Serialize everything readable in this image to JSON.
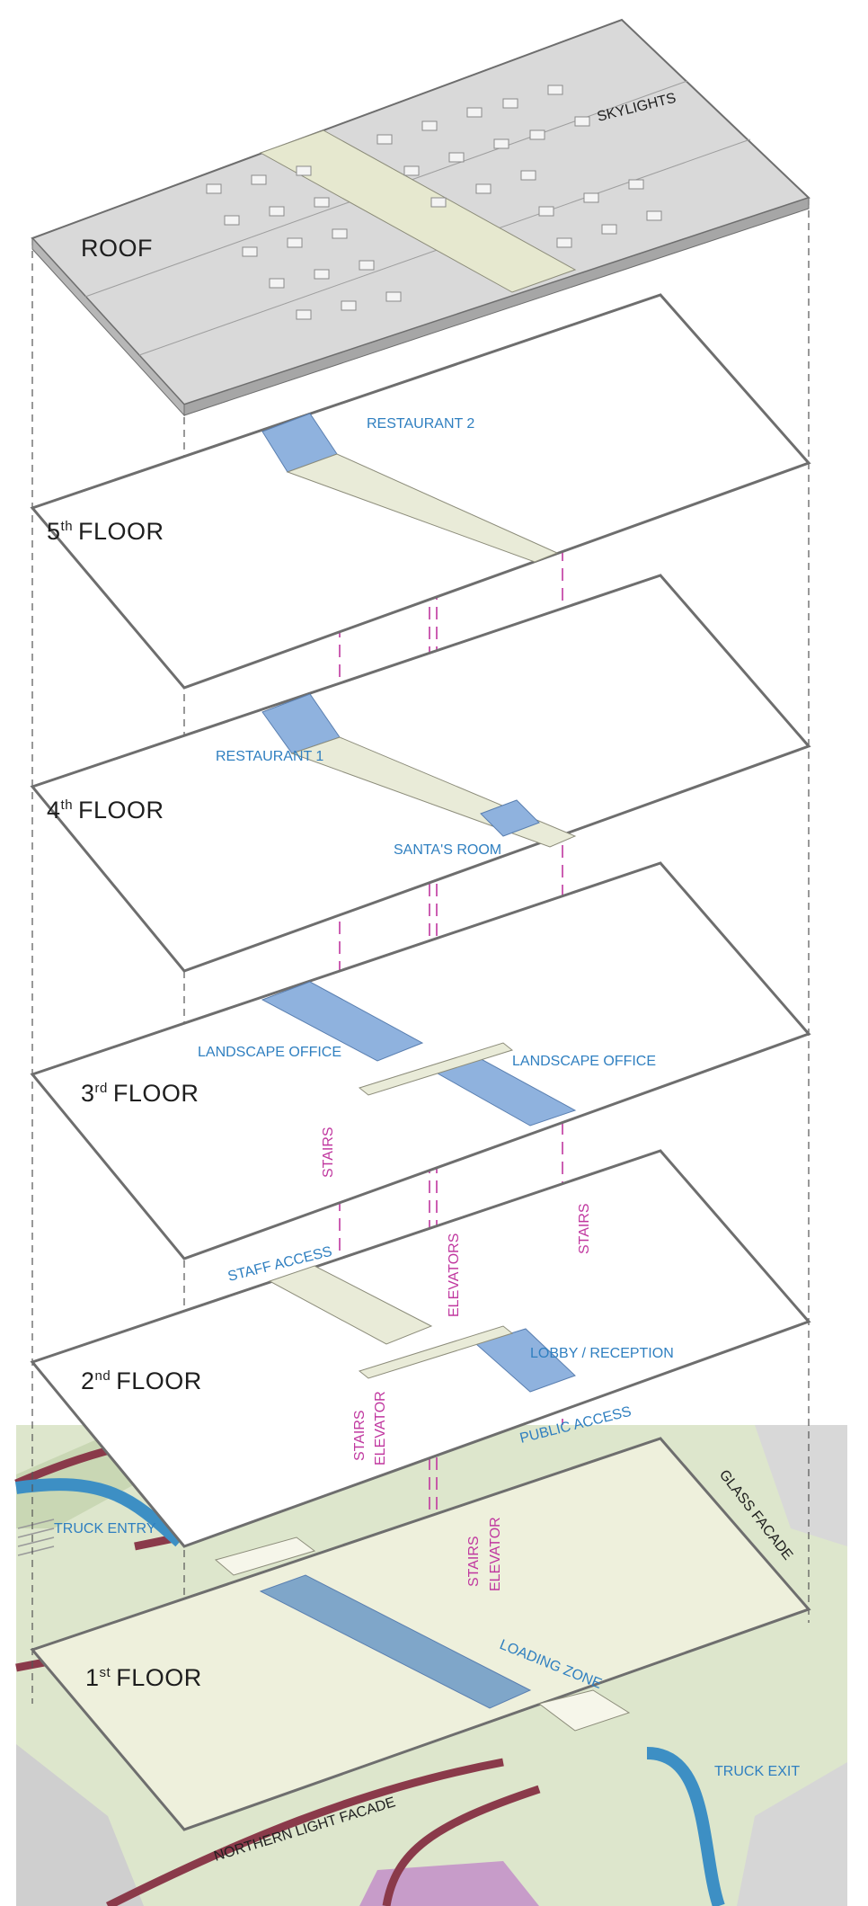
{
  "floors": {
    "roof": "ROOF",
    "fifth": {
      "num": "5",
      "sup": "th",
      "word": "FLOOR"
    },
    "fourth": {
      "num": "4",
      "sup": "th",
      "word": "FLOOR"
    },
    "third": {
      "num": "3",
      "sup": "rd",
      "word": "FLOOR"
    },
    "second": {
      "num": "2",
      "sup": "nd",
      "word": "FLOOR"
    },
    "first": {
      "num": "1",
      "sup": "st",
      "word": "FLOOR"
    }
  },
  "spaces": {
    "skylights": "SKYLIGHTS",
    "restaurant2": "RESTAURANT 2",
    "restaurant1": "RESTAURANT 1",
    "santas_room": "SANTA'S ROOM",
    "landscape_office_left": "LANDSCAPE OFFICE",
    "landscape_office_right": "LANDSCAPE OFFICE",
    "staff_access": "STAFF ACCESS",
    "lobby": "LOBBY / RECEPTION",
    "public_access": "PUBLIC ACCESS",
    "truck_entry": "TRUCK ENTRY",
    "glass_facade": "GLASS FACADE",
    "loading_zone": "LOADING ZONE",
    "truck_exit": "TRUCK EXIT",
    "northern_facade": "NORTHERN LIGHT FACADE"
  },
  "circulation": {
    "stairs_left": "STAIRS",
    "elevators": "ELEVATORS",
    "stairs_right": "STAIRS",
    "stairs_2f": "STAIRS",
    "elevator_2f": "ELEVATOR",
    "stairs_1f": "STAIRS",
    "elevator_1f": "ELEVATOR"
  },
  "colors": {
    "slab_edge": "#6e6e6e",
    "roof": "#d9d9d9",
    "site_green": "#dde6cc",
    "road": "#8a3a4a",
    "water": "#3d8fc4",
    "label_blue": "#2f7fc0",
    "label_pink": "#c0379f",
    "room_blue": "#8fb2de"
  }
}
